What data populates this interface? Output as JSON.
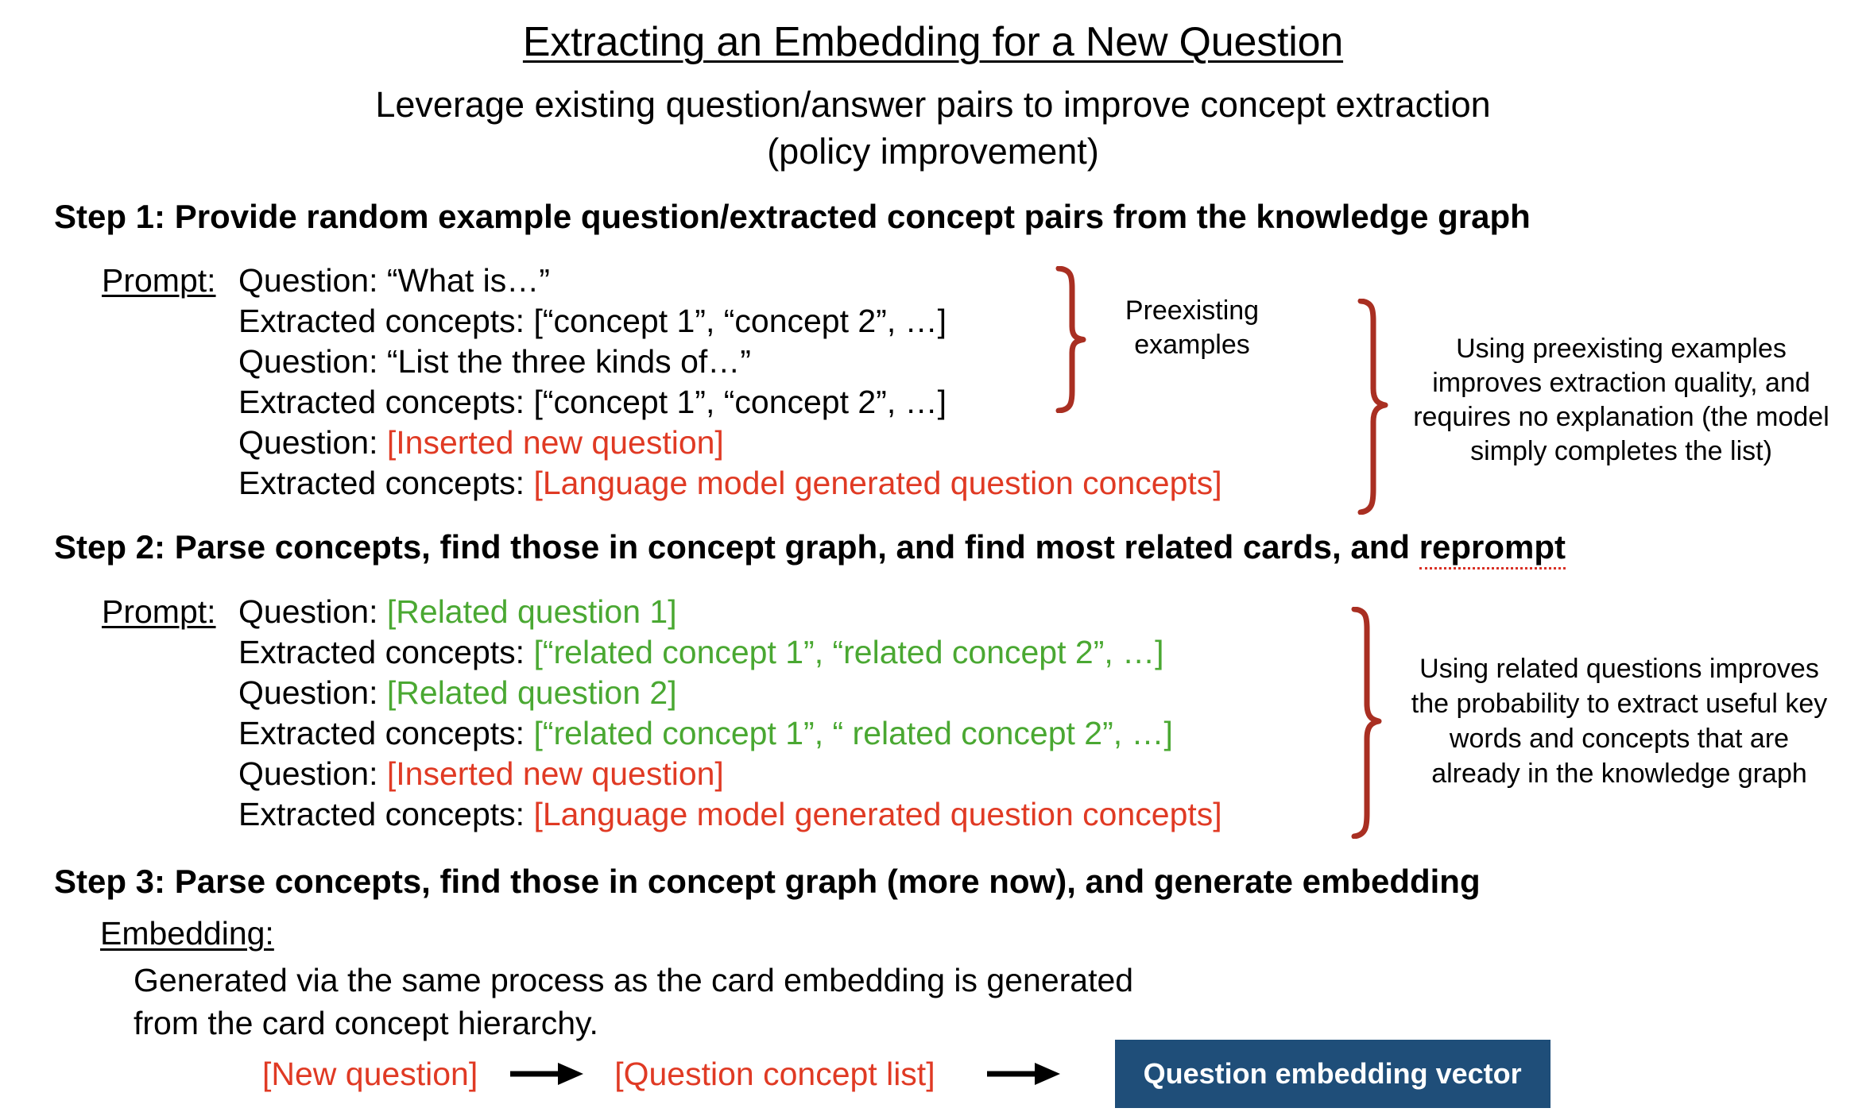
{
  "title": "Extracting an Embedding for a New Question",
  "subtitle_line1": "Leverage existing question/answer pairs to improve concept extraction",
  "subtitle_line2": "(policy improvement)",
  "colors": {
    "red_text": "#e03a24",
    "green_text": "#4aa832",
    "brace": "#a92f22",
    "box_blue": "#1f4e79",
    "spellcheck_underline": "#d93025"
  },
  "step1": {
    "heading": "Step 1: Provide random example question/extracted concept pairs from the knowledge graph",
    "prompt_label": "Prompt:",
    "lines": [
      {
        "black": "Question: “What is…”",
        "colored": "",
        "color": ""
      },
      {
        "black": "Extracted concepts: [“concept 1”, “concept 2”, …]",
        "colored": "",
        "color": ""
      },
      {
        "black": "Question: “List the three kinds of…”",
        "colored": "",
        "color": ""
      },
      {
        "black": "Extracted concepts: [“concept 1”, “concept 2”, …]",
        "colored": "",
        "color": ""
      },
      {
        "black": "Question: ",
        "colored": "[Inserted new question]",
        "color": "red"
      },
      {
        "black": "Extracted concepts: ",
        "colored": "[Language model generated question concepts]",
        "color": "red"
      }
    ],
    "brace_annotation": "Preexisting\nexamples",
    "right_annotation": "Using preexisting examples improves extraction quality, and requires no explanation (the model simply completes the list)"
  },
  "step2": {
    "heading_before": "Step 2: Parse concepts, find those in concept graph, and find most related cards, and ",
    "heading_misspelled_word": "reprompt",
    "prompt_label": "Prompt:",
    "lines": [
      {
        "black": "Question: ",
        "colored": "[Related question 1]",
        "color": "green"
      },
      {
        "black": "Extracted concepts: ",
        "colored": "[“related concept 1”, “related concept 2”, …]",
        "color": "green"
      },
      {
        "black": "Question: ",
        "colored": "[Related question 2]",
        "color": "green"
      },
      {
        "black": "Extracted concepts: ",
        "colored": "[“related concept 1”, “ related concept 2”, …]",
        "color": "green"
      },
      {
        "black": "Question: ",
        "colored": "[Inserted new question]",
        "color": "red"
      },
      {
        "black": "Extracted concepts: ",
        "colored": "[Language model generated question concepts]",
        "color": "red"
      }
    ],
    "right_annotation": "Using related questions improves the probability to extract useful key words and concepts that are already in the knowledge graph"
  },
  "step3": {
    "heading": "Step 3: Parse concepts, find those in concept graph (more now), and generate embedding",
    "embedding_label": "Embedding:",
    "embedding_line1": "Generated via the same process as the card embedding is generated",
    "embedding_line2": "from the card concept hierarchy.",
    "flow": {
      "node1": "[New question]",
      "arrow1": "→",
      "node2": "[Question concept list]",
      "arrow2": "→",
      "node3": "Question embedding vector"
    }
  }
}
